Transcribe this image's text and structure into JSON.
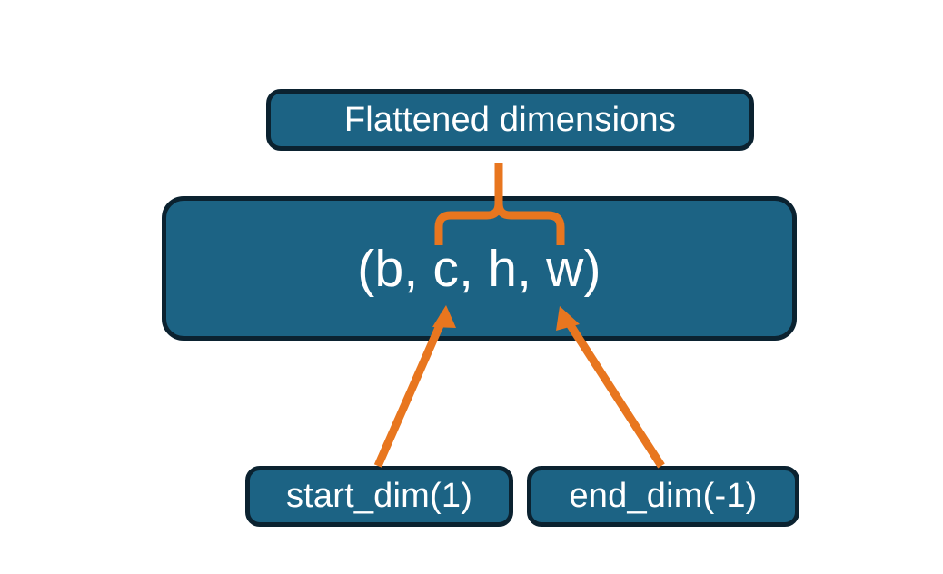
{
  "diagram": {
    "title_node": {
      "label": "Flattened dimensions"
    },
    "shape_node": {
      "label": "(b, c, h, w)"
    },
    "start_node": {
      "label": "start_dim(1)"
    },
    "end_node": {
      "label": "end_dim(-1)"
    },
    "connectors": {
      "brace": "curly-brace-up",
      "start_arrow": "arrow-up-right",
      "end_arrow": "arrow-up-left"
    },
    "colors": {
      "node_fill": "#1c6384",
      "node_border": "#0b2230",
      "node_text": "#ffffff",
      "connector": "#e8761f",
      "background": "#ffffff"
    }
  }
}
